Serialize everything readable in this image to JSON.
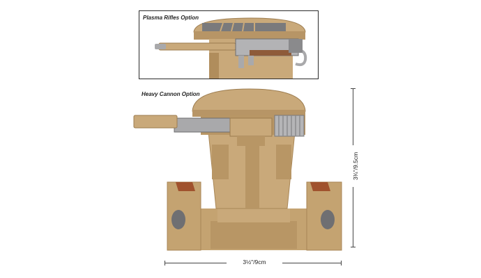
{
  "inset": {
    "label": "Plasma Rifles Option"
  },
  "main": {
    "label": "Heavy Cannon Option"
  },
  "dimensions": {
    "height": "3¾\"/9.5cm",
    "width": "3½\"/9cm"
  },
  "colors": {
    "tan": "#c9a97a",
    "tan_dark": "#a88656",
    "metal": "#a9a9ab",
    "rust": "#a0522d",
    "gray_disc": "#6f6f72"
  }
}
